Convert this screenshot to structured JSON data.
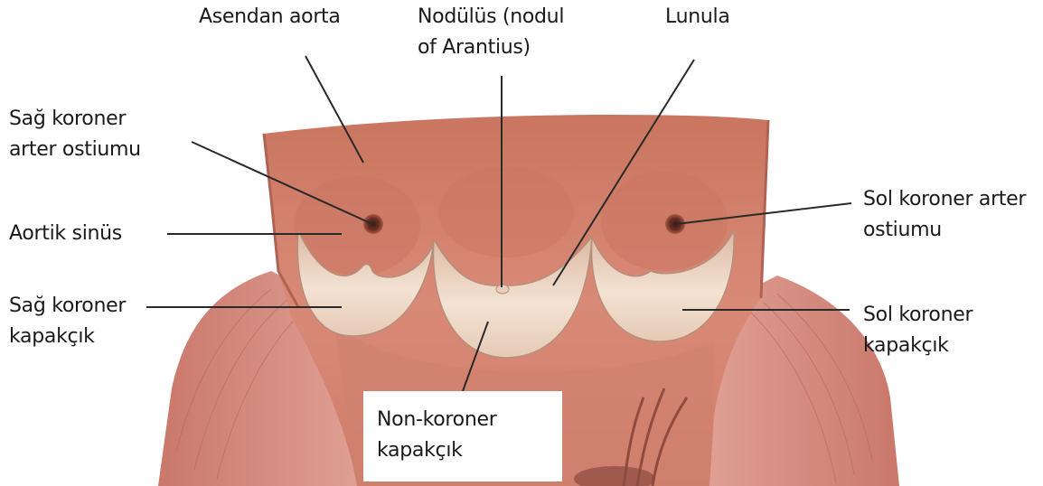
{
  "labels": {
    "ascending_aorta": "Asendan aorta",
    "nodulus_line1": "Nodülüs (nodul",
    "nodulus_line2": "of Arantius)",
    "lunula": "Lunula",
    "right_coronary_ostium_line1": "Sağ koroner",
    "right_coronary_ostium_line2": "arter ostiumu",
    "aortic_sinus": "Aortik sinüs",
    "right_coronary_cusp_line1": "Sağ koroner",
    "right_coronary_cusp_line2": "kapakçık",
    "left_coronary_ostium_line1": "Sol koroner arter",
    "left_coronary_ostium_line2": "ostiumu",
    "left_coronary_cusp_line1": "Sol koroner",
    "left_coronary_cusp_line2": "kapakçık",
    "noncoronary_cusp_line1": "Non-koroner",
    "noncoronary_cusp_line2": "kapakçık"
  },
  "colors": {
    "aortic_wall": "#d98a76",
    "aortic_wall_dark": "#b86a57",
    "cusp": "#f1ddcc",
    "muscle": "#d6877b",
    "leader_line": "#2a2a2a"
  }
}
